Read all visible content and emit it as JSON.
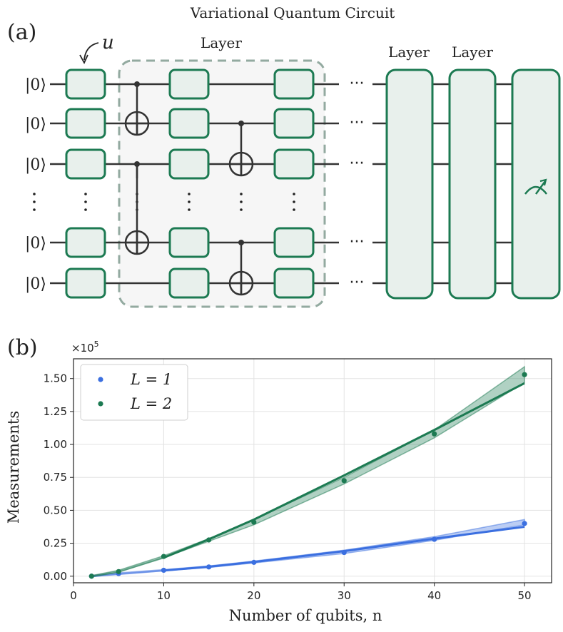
{
  "colors": {
    "green": "#1c7a52",
    "green_fill": "#e8f0ec",
    "blue": "#3b6fe0",
    "wire": "#333333",
    "layer_box_fill": "#f6f6f6",
    "layer_box_border": "#93aaa0"
  },
  "panel_a": {
    "panel_label": "(a)",
    "title": "Variational Quantum Circuit",
    "gate_label": "u",
    "layer_label": "Layer",
    "right_layer_labels": [
      "Layer",
      "Layer"
    ],
    "ket_labels": [
      "|0⟩",
      "|0⟩",
      "|0⟩",
      "|0⟩",
      "|0⟩"
    ],
    "measure_icon": "meter-icon",
    "continuation": "···"
  },
  "panel_b": {
    "panel_label": "(b)",
    "multiplier": "×10",
    "multiplier_exp": "5"
  },
  "chart_data": {
    "type": "scatter",
    "xlabel": "Number of qubits, n",
    "ylabel": "Measurements",
    "xlim": [
      0,
      53
    ],
    "ylim": [
      -0.05,
      1.65
    ],
    "x_ticks": [
      0,
      10,
      20,
      30,
      40,
      50
    ],
    "y_ticks": [
      0.0,
      0.25,
      0.5,
      0.75,
      1.0,
      1.25,
      1.5
    ],
    "y_tick_labels": [
      "0.00",
      "0.25",
      "0.50",
      "0.75",
      "1.00",
      "1.25",
      "1.50"
    ],
    "y_scale_note": "×10^5",
    "grid": true,
    "legend_position": "top-left",
    "series": [
      {
        "name": "L = 1",
        "color": "#3b6fe0",
        "x": [
          2,
          5,
          10,
          15,
          20,
          30,
          40,
          50
        ],
        "y": [
          0.0,
          0.02,
          0.045,
          0.07,
          0.105,
          0.18,
          0.28,
          0.4
        ],
        "fit": [
          [
            2,
            0.0
          ],
          [
            5,
            0.015
          ],
          [
            10,
            0.043
          ],
          [
            15,
            0.072
          ],
          [
            20,
            0.108
          ],
          [
            30,
            0.19
          ],
          [
            40,
            0.285
          ],
          [
            50,
            0.375
          ]
        ],
        "band_upper": [
          [
            2,
            0.005
          ],
          [
            5,
            0.025
          ],
          [
            10,
            0.05
          ],
          [
            15,
            0.078
          ],
          [
            20,
            0.115
          ],
          [
            30,
            0.198
          ],
          [
            40,
            0.3
          ],
          [
            50,
            0.43
          ]
        ],
        "band_lower": [
          [
            2,
            -0.005
          ],
          [
            5,
            0.015
          ],
          [
            10,
            0.04
          ],
          [
            15,
            0.066
          ],
          [
            20,
            0.1
          ],
          [
            30,
            0.172
          ],
          [
            40,
            0.272
          ],
          [
            50,
            0.39
          ]
        ]
      },
      {
        "name": "L = 2",
        "color": "#1c7a52",
        "x": [
          2,
          5,
          10,
          15,
          20,
          30,
          40,
          50
        ],
        "y": [
          0.0,
          0.035,
          0.15,
          0.275,
          0.41,
          0.725,
          1.08,
          1.53
        ],
        "fit": [
          [
            2,
            0.0
          ],
          [
            5,
            0.035
          ],
          [
            10,
            0.14
          ],
          [
            15,
            0.28
          ],
          [
            20,
            0.43
          ],
          [
            30,
            0.765
          ],
          [
            40,
            1.11
          ],
          [
            50,
            1.465
          ]
        ],
        "band_upper": [
          [
            2,
            0.005
          ],
          [
            5,
            0.045
          ],
          [
            10,
            0.155
          ],
          [
            15,
            0.285
          ],
          [
            20,
            0.43
          ],
          [
            30,
            0.75
          ],
          [
            40,
            1.11
          ],
          [
            50,
            1.59
          ]
        ],
        "band_lower": [
          [
            2,
            -0.005
          ],
          [
            5,
            0.03
          ],
          [
            10,
            0.14
          ],
          [
            15,
            0.265
          ],
          [
            20,
            0.39
          ],
          [
            30,
            0.7
          ],
          [
            40,
            1.05
          ],
          [
            50,
            1.47
          ]
        ]
      }
    ]
  }
}
